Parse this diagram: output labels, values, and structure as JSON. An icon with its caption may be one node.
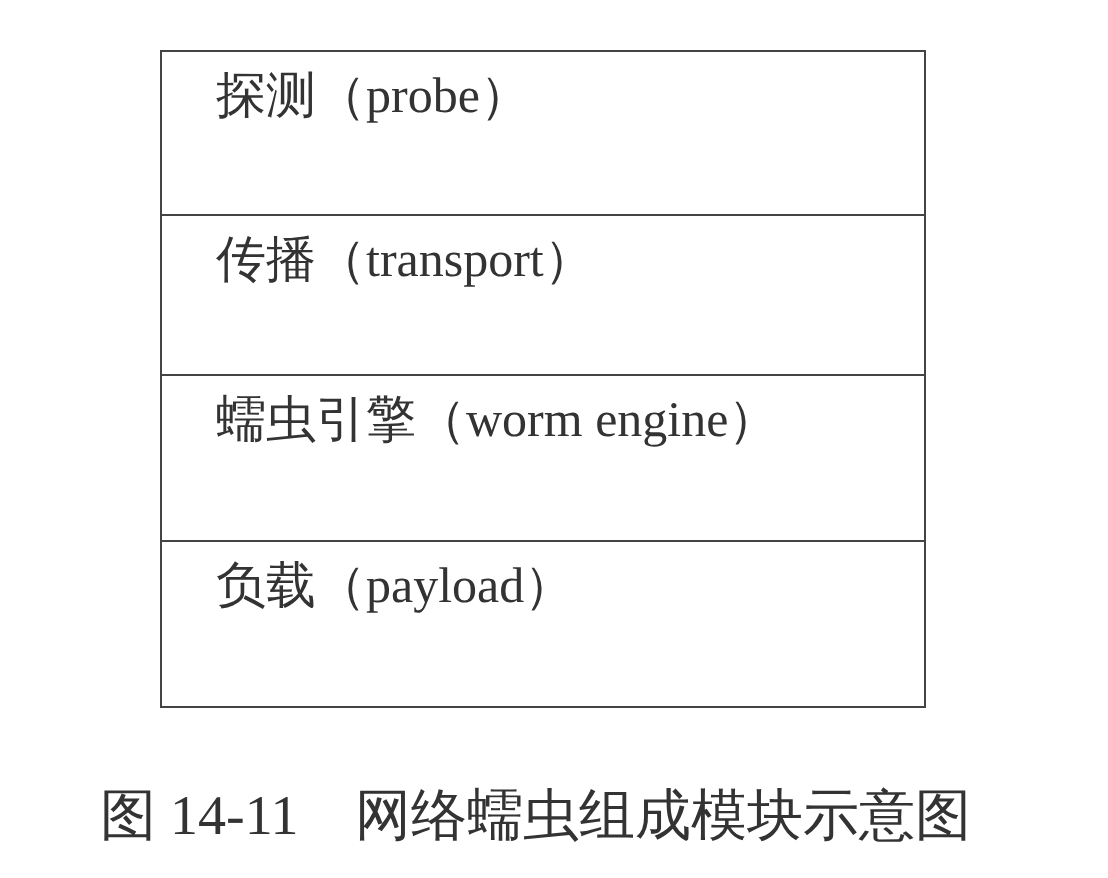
{
  "diagram": {
    "caption": "图 14-11　网络蠕虫组成模块示意图",
    "nodes": [
      {
        "text": [
          "探测（probe）"
        ]
      },
      {
        "text": [
          "传播（transport）"
        ]
      },
      {
        "text": [
          "蠕虫引擎（worm engine）"
        ]
      },
      {
        "text": [
          "负载（payload）"
        ]
      }
    ]
  }
}
